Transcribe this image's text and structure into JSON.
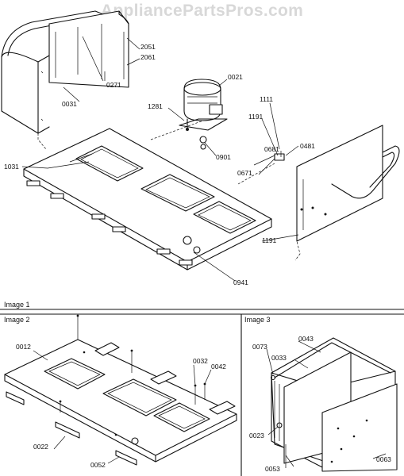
{
  "watermark": "AppliancePartsPros.com",
  "sections": {
    "image1": "Image 1",
    "image2": "Image 2",
    "image3": "Image 3"
  },
  "parts_top": {
    "p2051": "2051",
    "p2061": "2061",
    "p0031": "0031",
    "p0271": "0271",
    "p0021": "0021",
    "p1281": "1281",
    "p1111": "1111",
    "p1191a": "1191",
    "p0681": "0681",
    "p0481": "0481",
    "p0901": "0901",
    "p0671": "0671",
    "p1031": "1031",
    "p1191b": "1191",
    "p0941": "0941"
  },
  "parts_image2": {
    "p0012": "0012",
    "p0032": "0032",
    "p0042": "0042",
    "p0022": "0022",
    "p0052": "0052"
  },
  "parts_image3": {
    "p0043": "0043",
    "p0033": "0033",
    "p0073": "0073",
    "p0023": "0023",
    "p0053": "0053",
    "p0063": "0063"
  }
}
